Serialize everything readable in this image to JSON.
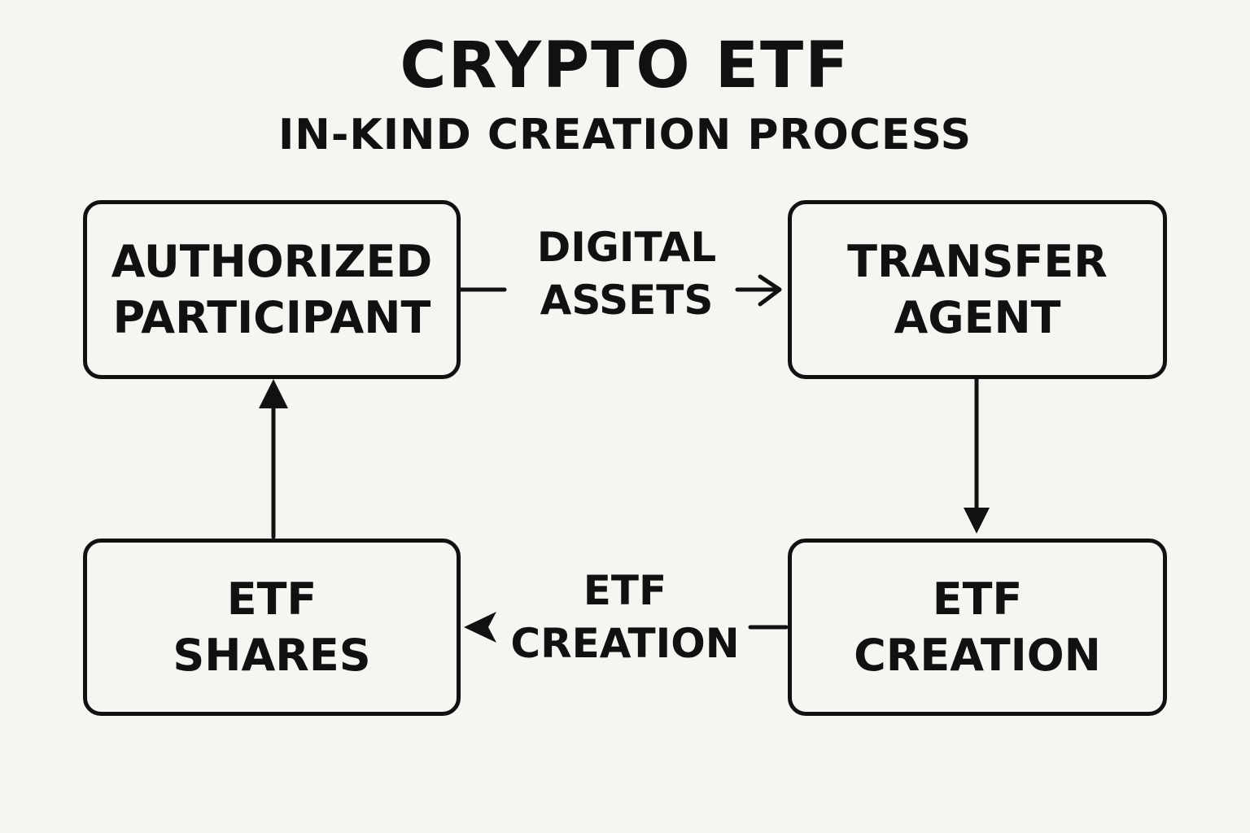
{
  "diagram": {
    "title": "CRYPTO ETF",
    "subtitle": "IN-KIND CREATION PROCESS",
    "nodes": {
      "authorized_participant": {
        "line1": "AUTHORIZED",
        "line2": "PARTICIPANT"
      },
      "transfer_agent": {
        "line1": "TRANSFER",
        "line2": "AGENT"
      },
      "etf_shares": {
        "line1": "ETF",
        "line2": "SHARES"
      },
      "etf_creation": {
        "line1": "ETF",
        "line2": "CREATION"
      }
    },
    "edges": {
      "ap_to_ta": {
        "line1": "DIGITAL",
        "line2": "ASSETS"
      },
      "creation_to_shares": {
        "line1": "ETF",
        "line2": "CREATION"
      }
    },
    "colors": {
      "background": "#f6f5f2",
      "ink": "#111111"
    }
  }
}
